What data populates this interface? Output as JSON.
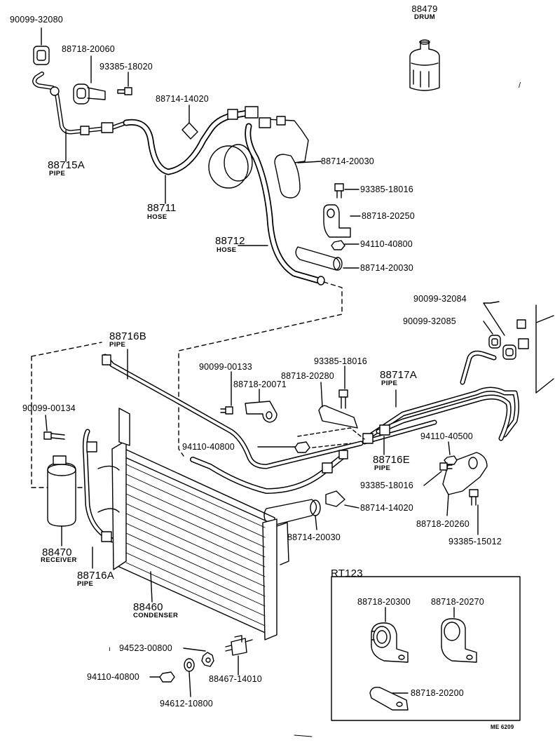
{
  "parts": {
    "p_90099_32080": "90099-32080",
    "p_88718_20060": "88718-20060",
    "p_93385_18020": "93385-18020",
    "p_88714_14020_top": "88714-14020",
    "p_88715A": "88715A",
    "p_88715A_sub": "PIPE",
    "p_88711": "88711",
    "p_88711_sub": "HOSE",
    "p_88714_20030_a": "88714-20030",
    "p_93385_18016_a": "93385-18016",
    "p_88718_20250": "88718-20250",
    "p_94110_40800_a": "94110-40800",
    "p_88714_20030_b": "88714-20030",
    "p_88712": "88712",
    "p_88712_sub": "HOSE",
    "p_88479": "88479",
    "p_88479_sub": "DRUM",
    "p_90099_32084": "90099-32084",
    "p_90099_32085": "90099-32085",
    "p_88716B": "88716B",
    "p_88716B_sub": "PIPE",
    "p_93385_18016_b": "93385-18016",
    "p_88717A": "88717A",
    "p_88717A_sub": "PIPE",
    "p_90099_00133": "90099-00133",
    "p_88718_20280": "88718-20280",
    "p_88718_20071": "88718-20071",
    "p_90099_00134": "90099-00134",
    "p_94110_40800_b": "94110-40800",
    "p_94110_40500": "94110-40500",
    "p_88716E": "88716E",
    "p_88716E_sub": "PIPE",
    "p_93385_18016_c": "93385-18016",
    "p_88714_14020_mid": "88714-14020",
    "p_88718_20260": "88718-20260",
    "p_88714_20030_c": "88714-20030",
    "p_93385_15012": "93385-15012",
    "p_88470": "88470",
    "p_88470_sub": "RECEIVER",
    "p_88716A": "88716A",
    "p_88716A_sub": "PIPE",
    "p_88460": "88460",
    "p_88460_sub": "CONDENSER",
    "p_94523_00800": "94523-00800",
    "p_94110_40800_c": "94110-40800",
    "p_88467_14010": "88467-14010",
    "p_94612_10800": "94612-10800"
  },
  "inset": {
    "title": "RT123",
    "p_88718_20300": "88718-20300",
    "p_88718_20270": "88718-20270",
    "p_88718_20200": "88718-20200"
  },
  "footer_code": "ME 6209"
}
